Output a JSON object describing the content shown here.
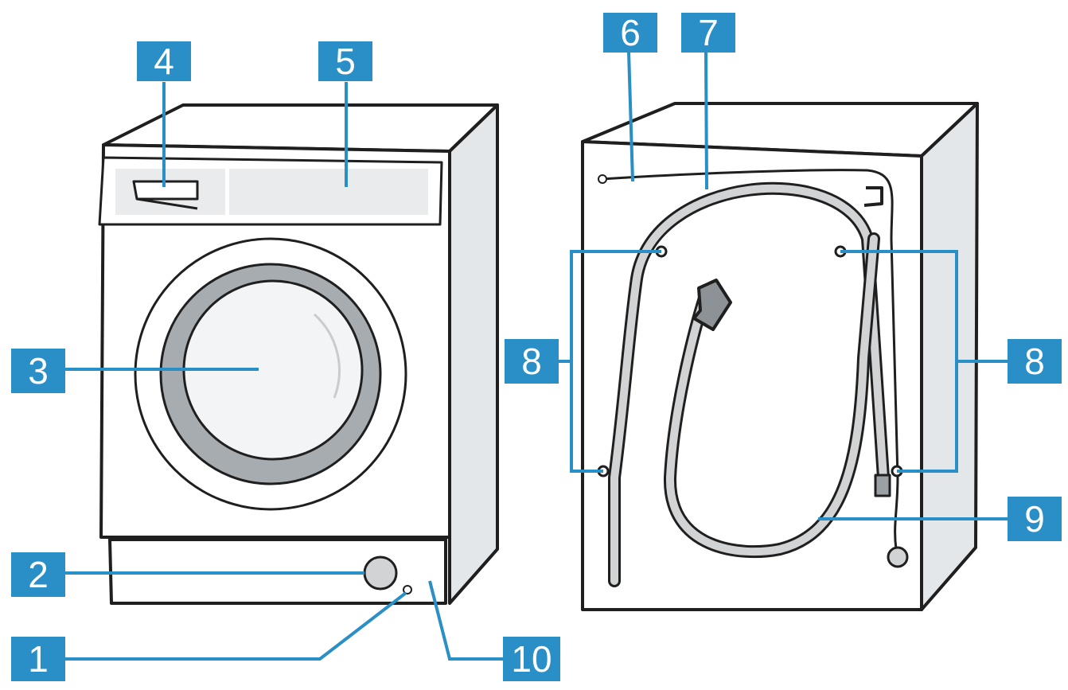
{
  "colors": {
    "callout": "#2a8fc7",
    "callout_text": "#ffffff",
    "outline": "#1f1f1f",
    "panel": "#e9ebec",
    "side": "#e4e7e9",
    "door_ring": "#a7acb0",
    "hose": "#d1d3d5"
  },
  "callouts": [
    {
      "id": "1",
      "label": "1",
      "name": "callout-1"
    },
    {
      "id": "2",
      "label": "2",
      "name": "callout-2"
    },
    {
      "id": "3",
      "label": "3",
      "name": "callout-3"
    },
    {
      "id": "4",
      "label": "4",
      "name": "callout-4"
    },
    {
      "id": "5",
      "label": "5",
      "name": "callout-5"
    },
    {
      "id": "6",
      "label": "6",
      "name": "callout-6"
    },
    {
      "id": "7",
      "label": "7",
      "name": "callout-7"
    },
    {
      "id": "8a",
      "label": "8",
      "name": "callout-8-left"
    },
    {
      "id": "8b",
      "label": "8",
      "name": "callout-8-right"
    },
    {
      "id": "9",
      "label": "9",
      "name": "callout-9"
    },
    {
      "id": "10",
      "label": "10",
      "name": "callout-10"
    }
  ],
  "parts": {
    "front": [
      "service-flap-release",
      "pump-filter-flap",
      "door",
      "detergent-drawer",
      "control-panel"
    ],
    "back": [
      "power-cord",
      "drain-hose",
      "transport-bolts",
      "supply-hose",
      "service-flap"
    ]
  }
}
